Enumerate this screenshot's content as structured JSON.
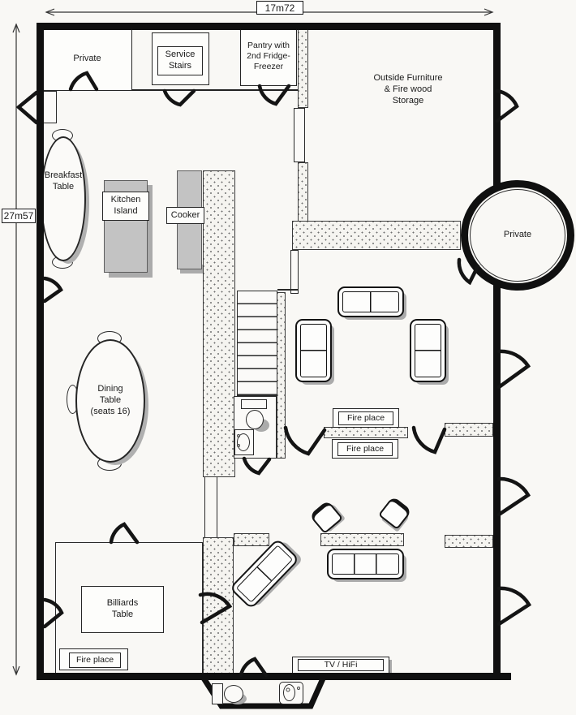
{
  "dimensions": {
    "width_label": "17m72",
    "height_label": "27m57"
  },
  "rooms": {
    "private_top": "Private",
    "service_stairs": "Service\nStairs",
    "pantry": "Pantry with\n2nd Fridge-\nFreezer",
    "outside_storage": "Outside Furniture\n& Fire wood\nStorage",
    "private_round": "Private"
  },
  "furniture": {
    "breakfast_table": "Breakfast\nTable",
    "kitchen_island": "Kitchen\nIsland",
    "cooker": "Cooker",
    "dining_table": "Dining\nTable\n(seats 16)",
    "fireplace_upper": "Fire place",
    "fireplace_lower": "Fire place",
    "billiards_table": "Billiards\nTable",
    "fireplace_billiards": "Fire place",
    "tv_hifi": "TV / HiFi"
  },
  "colors": {
    "wall": "#101010",
    "paper": "#f9f8f5",
    "furniture_gray": "#c3c3c3",
    "shadow": "#ababab"
  }
}
